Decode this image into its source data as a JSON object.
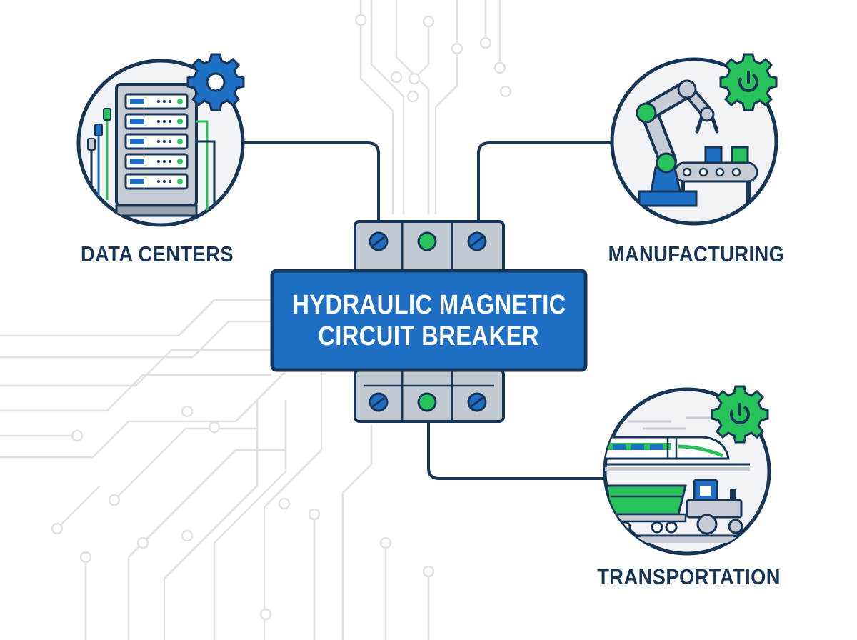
{
  "title": {
    "line1": "HYDRAULIC MAGNETIC",
    "line2": "CIRCUIT BREAKER"
  },
  "nodes": [
    {
      "label": "DATA CENTERS",
      "icon": "server-rack-icon",
      "badge": "gear-icon"
    },
    {
      "label": "MANUFACTURING",
      "icon": "robotic-arm-icon",
      "badge": "power-gear-icon"
    },
    {
      "label": "TRANSPORTATION",
      "icon": "train-tractor-icon",
      "badge": "power-gear-icon"
    }
  ],
  "colors": {
    "navy": "#173557",
    "blue": "#1f6fc4",
    "green": "#27c25a",
    "gray": "#b9bfc7",
    "circuit": "#dfe3e8"
  }
}
